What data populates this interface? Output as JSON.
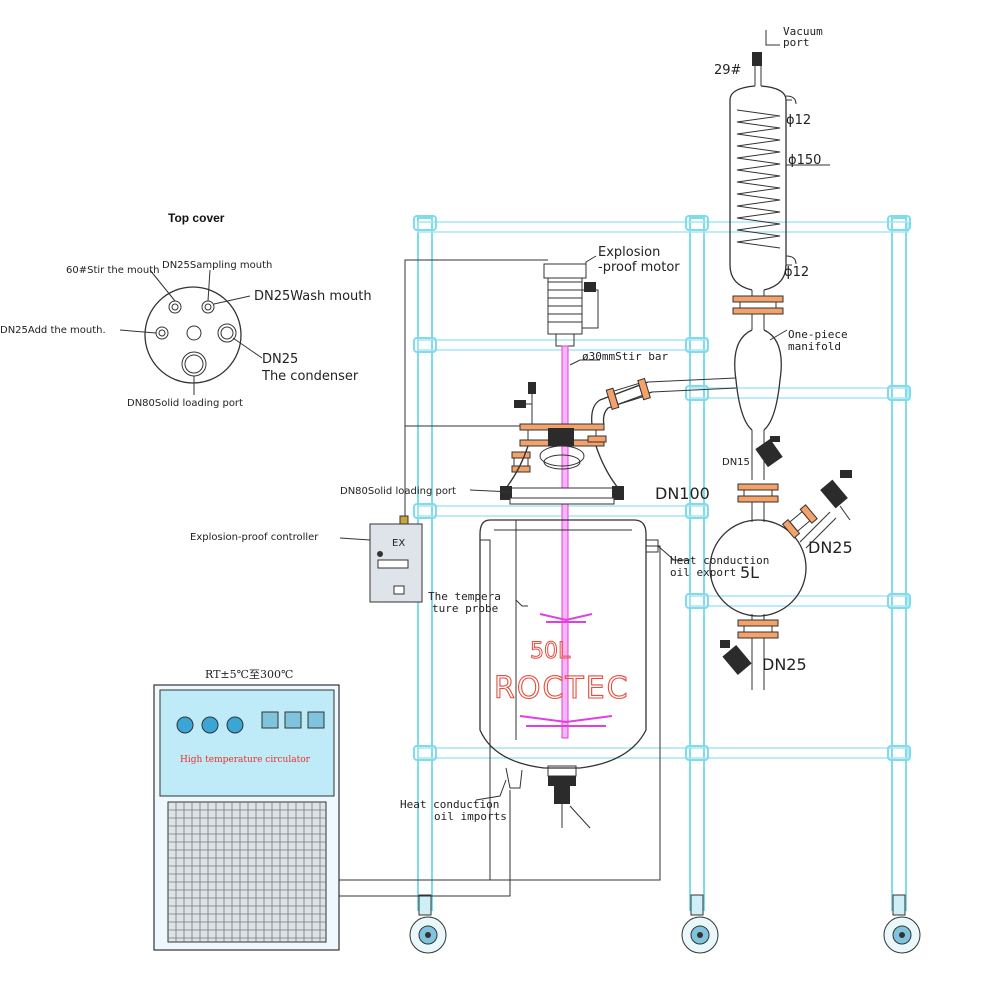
{
  "top_cover": {
    "title": "Top cover",
    "stir_mouth": "60#Stir the mouth",
    "sampling_mouth": "DN25Sampling mouth",
    "wash_mouth": "DN25Wash mouth",
    "add_mouth": "DN25Add the mouth.",
    "condenser_line1": "DN25",
    "condenser_line2": "The condenser",
    "solid_port": "DN80Solid loading port"
  },
  "labels": {
    "vacuum_port_line1": "Vacuum",
    "vacuum_port_line2": "port",
    "joint_29": "29#",
    "phi12_top": "ϕ12",
    "phi150": "ϕ150",
    "phi12_bottom": "ϕ12",
    "motor_line1": "Explosion",
    "motor_line2": "-proof motor",
    "manifold_line1": "One-piece",
    "manifold_line2": "manifold",
    "stir_bar": "ø30mmStir bar",
    "dn15": "DN15",
    "dn80_port": "DN80Solid loading port",
    "dn100": "DN100",
    "controller": "Explosion-proof controller",
    "controller_badge": "EX",
    "heat_export_line1": "Heat conduction",
    "heat_export_line2": "oil export",
    "dn25_right": "DN25",
    "flask_volume": "5L",
    "probe_line1": "The tempera",
    "probe_line2": "ture probe",
    "reactor_volume": "50L",
    "brand": "ROCTEC",
    "dn25_bottom": "DN25",
    "circulator_range": "RT±5℃至300℃",
    "circulator_name": "High temperature circulator",
    "heat_import_line1": "Heat conduction",
    "heat_import_line2": "oil imports"
  },
  "colors": {
    "frame": "#7fdcec",
    "brand_red": "#e94b3c",
    "stirrer_magenta": "#e040e0",
    "flange_orange": "#f4a26a",
    "circulator_blue": "#bfeaf7"
  }
}
